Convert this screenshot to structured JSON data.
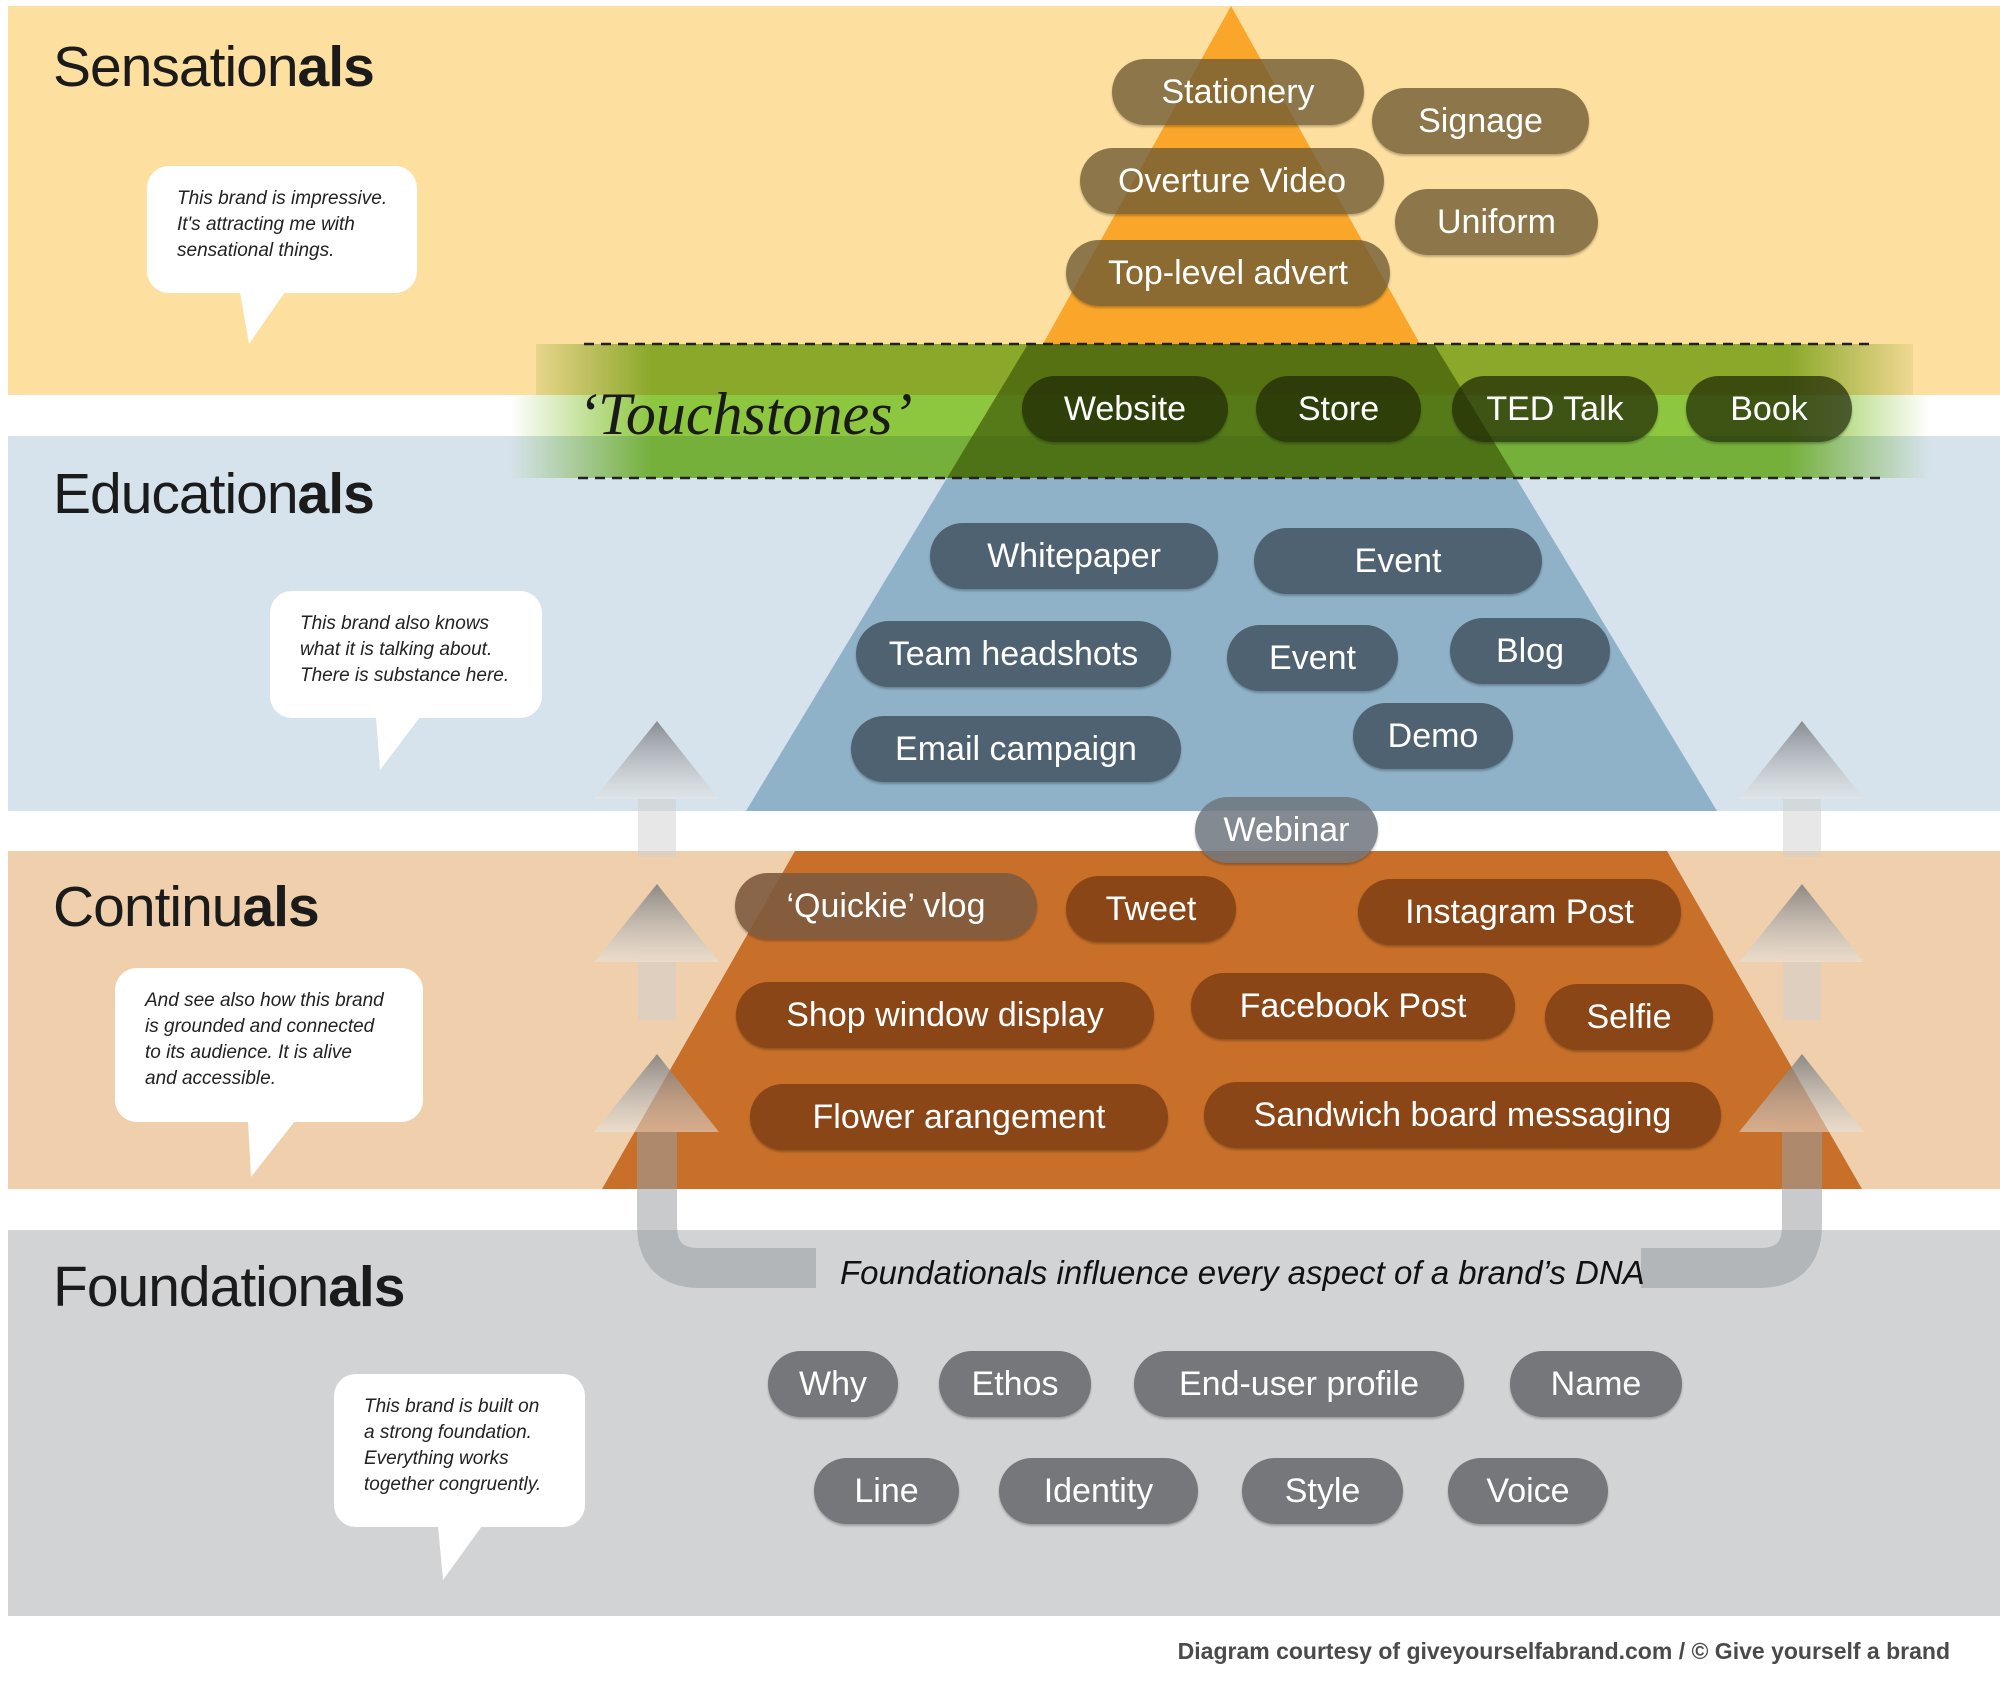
{
  "tiers": [
    {
      "title_regular": "Sensation",
      "title_bold": "als",
      "bubble": [
        "This brand is impressive.",
        "It's attracting me with",
        "sensational things."
      ]
    },
    {
      "title_regular": "Education",
      "title_bold": "als",
      "bubble": [
        "This brand also knows",
        "what it is talking about.",
        "There is substance here."
      ]
    },
    {
      "title_regular": "Continu",
      "title_bold": "als",
      "bubble": [
        "And see also how this brand",
        "is grounded and connected",
        "to its audience. It is alive",
        "and accessible."
      ]
    },
    {
      "title_regular": "Foundation",
      "title_bold": "als",
      "bubble": [
        "This brand is built on",
        "a strong foundation.",
        "Everything works",
        "together congruently."
      ]
    }
  ],
  "touchstones_label": "‘Touchstones’",
  "pills": {
    "sensationals": [
      "Stationery",
      "Signage",
      "Overture Video",
      "Uniform",
      "Top-level advert"
    ],
    "touchstones": [
      "Website",
      "Store",
      "TED Talk",
      "Book"
    ],
    "educationals": [
      "Whitepaper",
      "Event",
      "Team headshots",
      "Event",
      "Blog",
      "Email campaign",
      "Demo",
      "Webinar"
    ],
    "continuals": [
      "‘Quickie’ vlog",
      "Tweet",
      "Instagram Post",
      "Shop window display",
      "Facebook Post",
      "Selfie",
      "Flower arangement",
      "Sandwich board messaging"
    ],
    "foundationals": [
      "Why",
      "Ethos",
      "End-user profile",
      "Name",
      "Line",
      "Identity",
      "Style",
      "Voice"
    ]
  },
  "caption": "Foundationals influence every aspect of a brand’s DNA",
  "footer": "Diagram courtesy of giveyourselfabrand.com / © Give yourself a brand",
  "colors": {
    "sensationals_band": "#fddfa0",
    "educationals_band": "#d6e3ec",
    "continuals_band": "#f0d0ac",
    "foundationals_band": "#d1d3d5",
    "orange": "#f9a62a",
    "blue": "#8fb2c8",
    "rust": "#c8702a",
    "green": "#8dc63f"
  }
}
